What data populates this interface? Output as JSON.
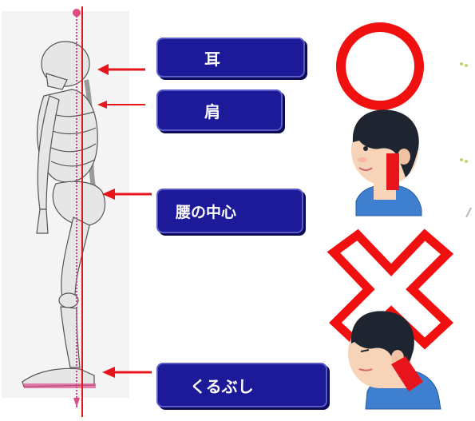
{
  "labels": {
    "ear": "耳",
    "shoulder": "肩",
    "waist_center": "腰の中心",
    "ankle": "くるぶし"
  },
  "colors": {
    "label_bg": "#1c1a98",
    "arrow_red": "#e8141c",
    "plumb_line_pink": "#d8407c",
    "correct_mark": "#f01010",
    "incorrect_mark": "#f01010"
  },
  "icons": [
    "skeleton-side-view",
    "correct-circle-icon",
    "incorrect-cross-icon",
    "person-good-posture",
    "person-forward-head-posture"
  ]
}
